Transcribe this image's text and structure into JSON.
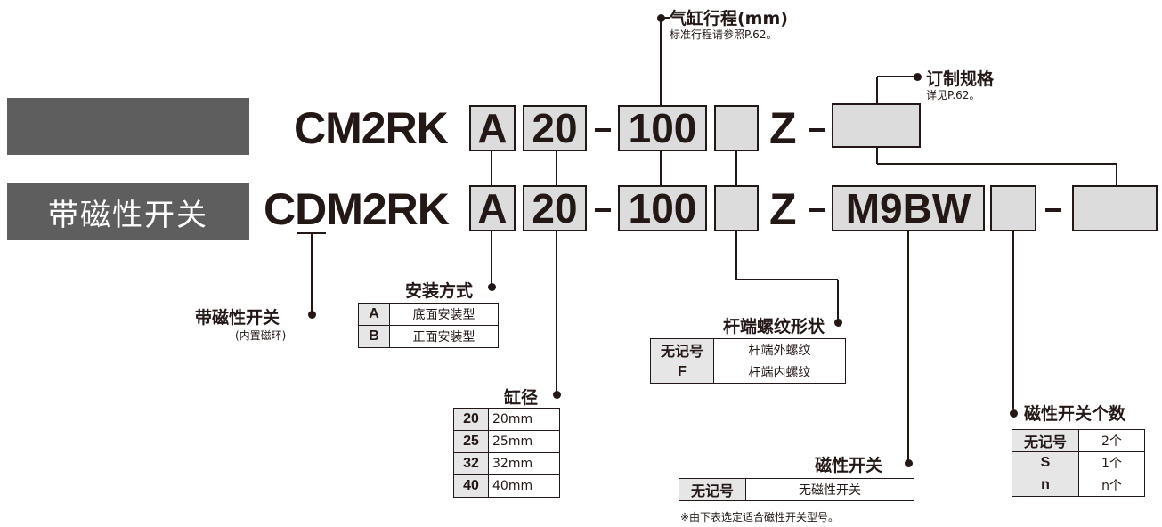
{
  "row1": {
    "series_label": "",
    "model_prefix": "CM2RK",
    "mount": "A",
    "bore": "20",
    "dash1": "-",
    "stroke": "100",
    "rod_end": "",
    "z": "Z",
    "dash2": "-",
    "custom": ""
  },
  "row2": {
    "series_label": "带磁性开关",
    "model_prefix": "CDM2RK",
    "mount": "A",
    "bore": "20",
    "dash1": "-",
    "stroke": "100",
    "rod_end": "",
    "z": "Z",
    "dash2": "-",
    "switch": "M9BW",
    "switch_qty": "",
    "dash3": "-",
    "custom": ""
  },
  "stroke_info": {
    "title": "气缸行程(mm)",
    "note": "标准行程请参照P.62。"
  },
  "custom_info": {
    "title": "订制规格",
    "note": "详见P.62。"
  },
  "magnet_info": {
    "title": "带磁性开关",
    "note": "(内置磁环)"
  },
  "mount_type": {
    "title": "安装方式",
    "rows": [
      {
        "code": "A",
        "desc": "底面安装型"
      },
      {
        "code": "B",
        "desc": "正面安装型"
      }
    ]
  },
  "bore_size": {
    "title": "缸径",
    "rows": [
      {
        "code": "20",
        "desc": "20mm"
      },
      {
        "code": "25",
        "desc": "25mm"
      },
      {
        "code": "32",
        "desc": "32mm"
      },
      {
        "code": "40",
        "desc": "40mm"
      }
    ]
  },
  "rod_thread": {
    "title": "杆端螺纹形状",
    "rows": [
      {
        "code": "无记号",
        "desc": "杆端外螺纹"
      },
      {
        "code": "F",
        "desc": "杆端内螺纹"
      }
    ]
  },
  "auto_switch": {
    "title": "磁性开关",
    "rows": [
      {
        "code": "无记号",
        "desc": "无磁性开关"
      }
    ],
    "note": "※由下表选定适合磁性开关型号。"
  },
  "switch_count": {
    "title": "磁性开关个数",
    "rows": [
      {
        "code": "无记号",
        "desc": "2个"
      },
      {
        "code": "S",
        "desc": "1个"
      },
      {
        "code": "n",
        "desc": "n个"
      }
    ]
  }
}
